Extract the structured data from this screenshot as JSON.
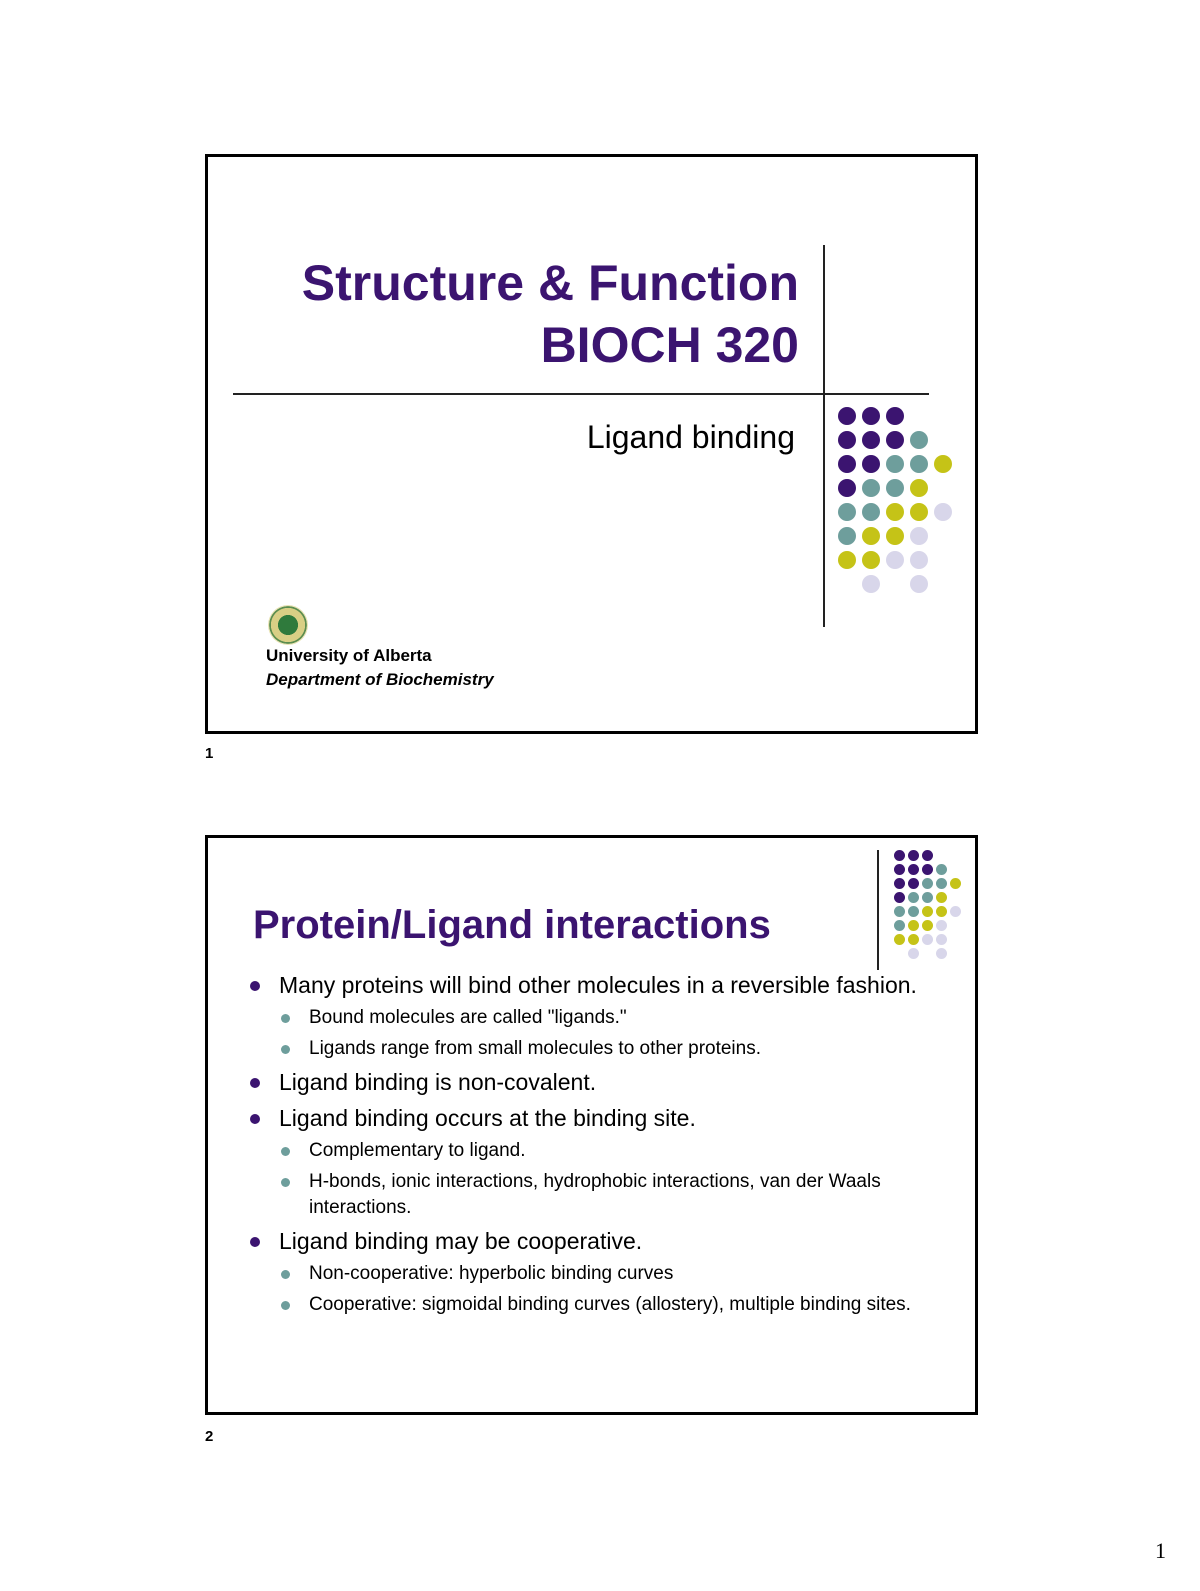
{
  "slide1": {
    "number": "1",
    "title_line1": "Structure & Function",
    "title_line2": "BIOCH 320",
    "subtitle": "Ligand binding",
    "university": "University of Alberta",
    "department": "Department of Biochemistry"
  },
  "slide2": {
    "number": "2",
    "title": "Protein/Ligand interactions",
    "bullets": [
      {
        "text": "Many proteins will bind other molecules in a reversible fashion.",
        "sub": [
          "Bound molecules are called \"ligands.\"",
          "Ligands range from small molecules to other proteins."
        ]
      },
      {
        "text": "Ligand binding is non-covalent.",
        "sub": []
      },
      {
        "text": "Ligand binding occurs at the binding site.",
        "sub": [
          "Complementary to ligand.",
          "H-bonds, ionic interactions, hydrophobic interactions, van der Waals interactions."
        ]
      },
      {
        "text": "Ligand binding may be cooperative.",
        "sub": [
          "Non-cooperative: hyperbolic binding curves",
          "Cooperative: sigmoidal binding curves (allostery), multiple binding sites."
        ]
      }
    ]
  },
  "colors": {
    "purple": "#3b1470",
    "teal": "#6e9e9c",
    "olive": "#c5c317",
    "lavender": "#d8d6ea"
  },
  "page_number": "1"
}
